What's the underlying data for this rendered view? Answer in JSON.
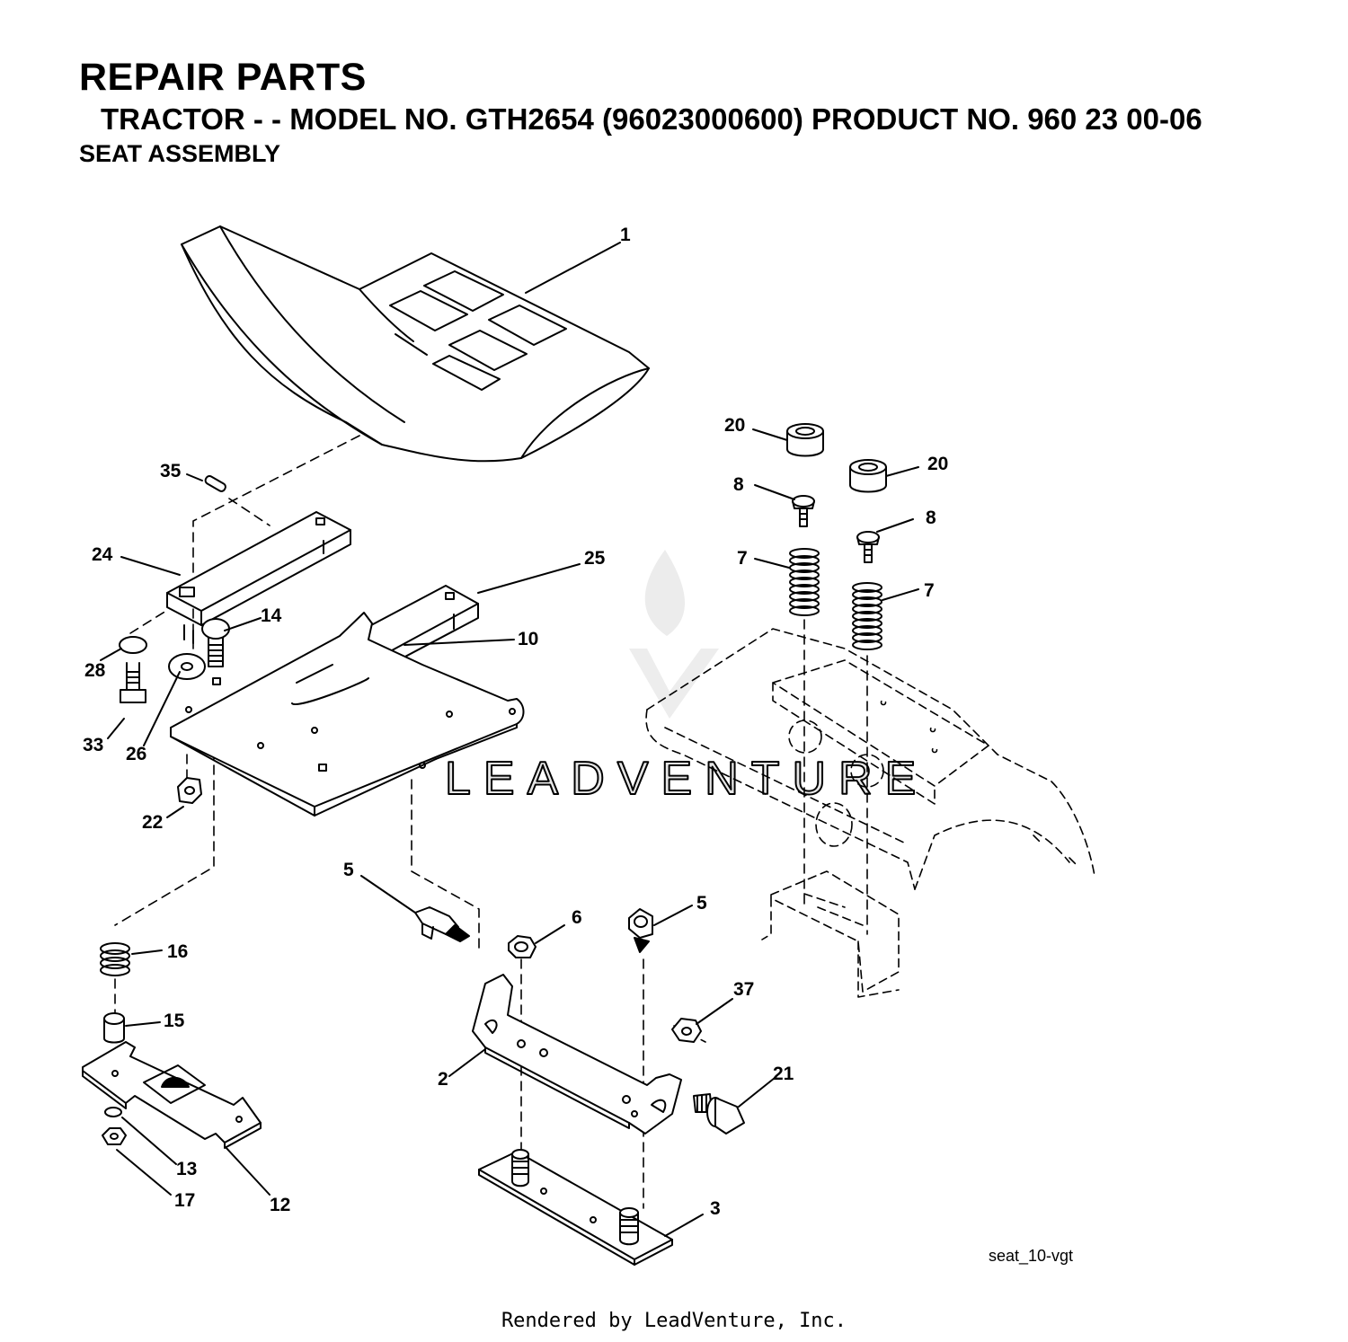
{
  "header": {
    "title": "REPAIR PARTS",
    "model_line": "TRACTOR - - MODEL NO. GTH2654 (96023000600) PRODUCT NO. 960 23 00-06",
    "section": "SEAT ASSEMBLY"
  },
  "diagram": {
    "drawing_id": "seat_10-vgt",
    "watermark": "LEADVENTURE",
    "callouts": [
      "1",
      "2",
      "3",
      "5",
      "5",
      "6",
      "7",
      "7",
      "8",
      "8",
      "10",
      "12",
      "13",
      "14",
      "15",
      "16",
      "17",
      "20",
      "20",
      "21",
      "22",
      "24",
      "25",
      "26",
      "28",
      "33",
      "35",
      "37"
    ]
  },
  "footer": {
    "text": "Rendered by LeadVenture, Inc."
  }
}
